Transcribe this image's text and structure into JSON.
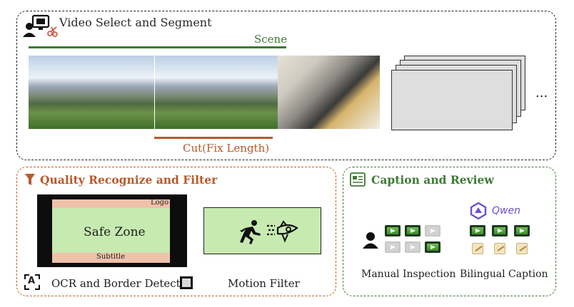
{
  "top_panel": {
    "title": "Video Select and Segment",
    "scene_label": "Scene",
    "cut_label": "Cut(Fix Length)",
    "ellipsis": "..."
  },
  "quality_panel": {
    "title": "Quality Recognize and Filter",
    "safe_zone": "Safe Zone",
    "logo_label": "Logo",
    "subtitle_label": "Subtitle",
    "ocr_icon": "A",
    "ocr_label": "OCR and Border Detect",
    "motion_label": "Motion Filter"
  },
  "caption_panel": {
    "title": "Caption and Review",
    "brand": "Qwen",
    "manual_label": "Manual Inspection",
    "bilingual_label": "Bilingual Caption"
  },
  "colors": {
    "scene_green": "#3f7a35",
    "cut_orange": "#b65a2b",
    "safe_zone_fill": "#c7eab0",
    "band_pink": "#efc2aa",
    "qwen_purple": "#6b4fcf"
  },
  "icons": [
    "user-monitor-icon",
    "scissors-icon",
    "funnel-icon",
    "document-icon",
    "ocr-icon",
    "border-icon",
    "runner-icon",
    "rocket-icon",
    "person-icon",
    "qwen-logo-icon",
    "film-icon",
    "note-icon"
  ]
}
